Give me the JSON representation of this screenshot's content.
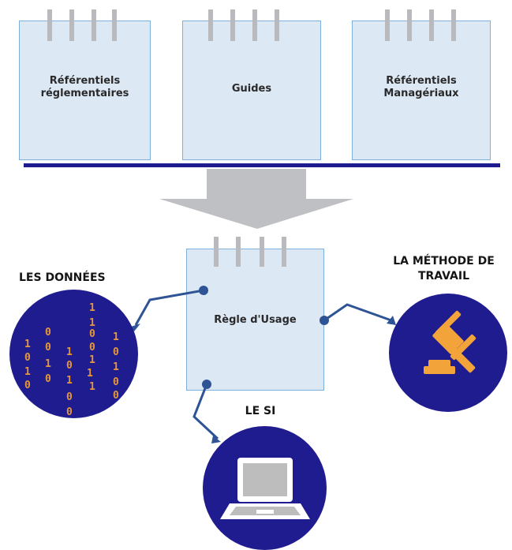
{
  "documents": [
    {
      "label": "Référentiels\nréglementaires"
    },
    {
      "label": "Guides"
    },
    {
      "label": "Référentiels\nManagériaux"
    }
  ],
  "center_note": {
    "label": "Règle d'Usage"
  },
  "nodes": {
    "data": {
      "label": "LES DONNÉES"
    },
    "method": {
      "label": "LA MÉTHODE DE\nTRAVAIL"
    },
    "system": {
      "label": "LE SI"
    }
  },
  "binary_digits": [
    {
      "d": "1"
    },
    {
      "d": "1"
    },
    {
      "d": "0"
    },
    {
      "d": "0"
    },
    {
      "d": "1"
    },
    {
      "d": "0"
    },
    {
      "d": "0"
    },
    {
      "d": "1"
    },
    {
      "d": "0"
    },
    {
      "d": "1"
    },
    {
      "d": "0"
    },
    {
      "d": "1"
    },
    {
      "d": "0"
    },
    {
      "d": "0"
    },
    {
      "d": "1"
    },
    {
      "d": "0"
    },
    {
      "d": "1"
    },
    {
      "d": "0"
    },
    {
      "d": "1"
    },
    {
      "d": "0"
    },
    {
      "d": "1"
    },
    {
      "d": "0"
    },
    {
      "d": "0"
    },
    {
      "d": "1"
    },
    {
      "d": "1"
    }
  ],
  "colors": {
    "note_fill": "#dde8f5",
    "note_border": "#7fb0dc",
    "navy": "#1f1c8f",
    "arrow_gray": "#bfc0c3",
    "connector": "#2f5496",
    "digits": "#e6963b",
    "gavel": "#f2a33a"
  },
  "icons": {
    "gavel": "gavel-icon",
    "laptop": "laptop-icon",
    "binary": "binary-code-icon"
  }
}
